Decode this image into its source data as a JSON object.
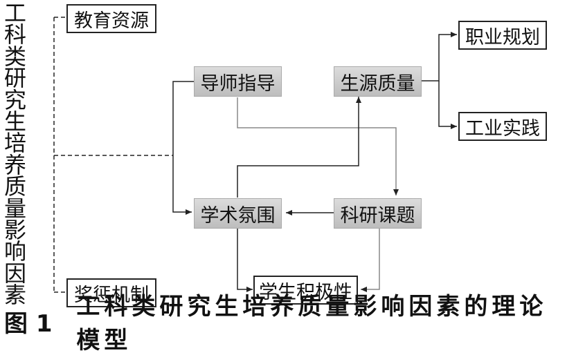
{
  "factor_label": "工科类研究生培养质量影响因素",
  "nodes": {
    "edu_resource": "教育资源",
    "reward": "奖惩机制",
    "mentor": "导师指导",
    "source": "生源质量",
    "career": "职业规划",
    "practice": "工业实践",
    "atmosphere": "学术氛围",
    "project": "科研课题",
    "motivation": "学生积极性"
  },
  "caption": {
    "label": "图 1",
    "text": "工科类研究生培养质量影响因素的理论模型"
  }
}
